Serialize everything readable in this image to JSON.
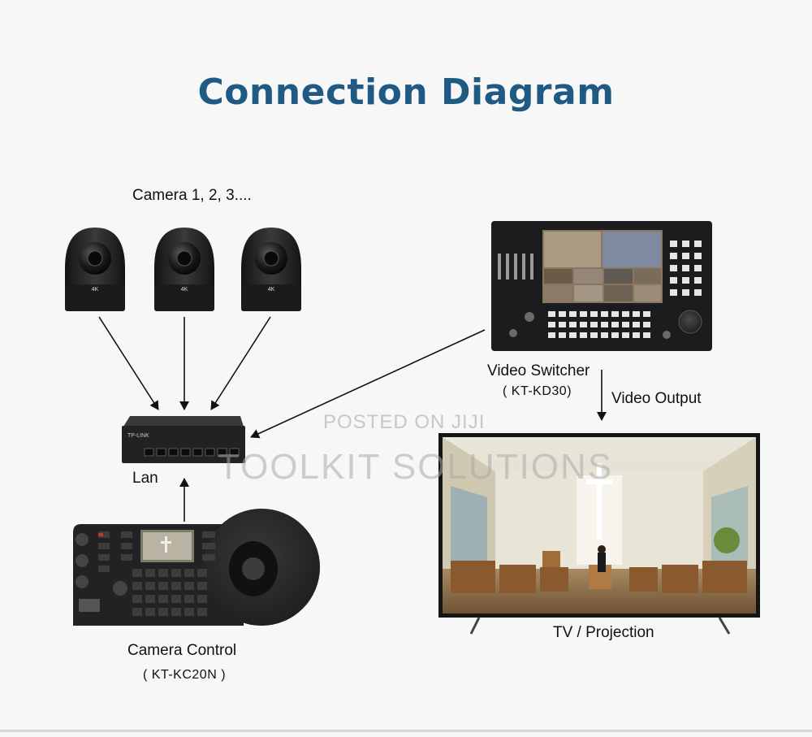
{
  "title": "Connection Diagram",
  "labels": {
    "cameras": "Camera 1, 2, 3....",
    "camera_badge": "4K",
    "switch_brand": "TP-LINK",
    "lan": "Lan",
    "video_switcher": "Video Switcher",
    "video_switcher_model": "( KT-KD30)",
    "video_output": "Video Output",
    "camera_control": "Camera Control",
    "camera_control_model": "( KT-KC20N )",
    "tv": "TV / Projection"
  },
  "watermark": {
    "line1": "POSTED ON JIJI",
    "line2": "TOOLKIT SOLUTIONS"
  },
  "colors": {
    "title": "#1f5a85",
    "device_body": "#1c1c1e",
    "panel": "#2a2a2c",
    "arrow": "#111111"
  }
}
